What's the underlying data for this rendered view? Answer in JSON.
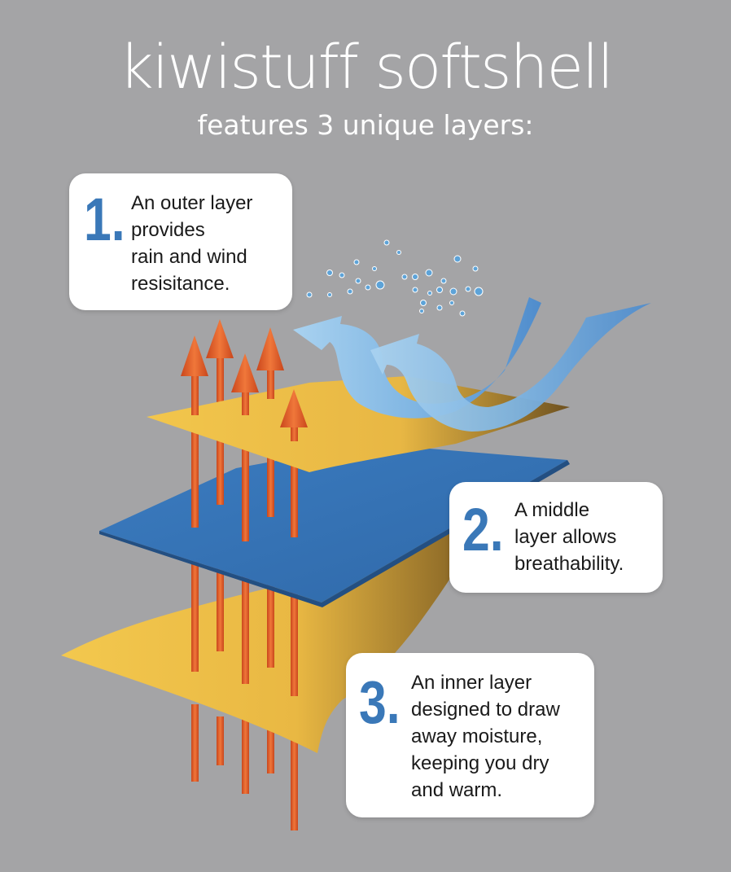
{
  "title": "kiwistuff softshell",
  "subtitle": "features 3 unique layers:",
  "colors": {
    "background": "#a4a4a6",
    "outer_layer": "#f0c24a",
    "middle_layer": "#3a78b8",
    "heat_arrows": "#e2622c",
    "wind_arrows": "#8fc0e6",
    "number_color": "#3a78b8"
  },
  "icons": [
    "heat-arrow-icon",
    "wind-arrow-icon",
    "water-droplet-icon"
  ],
  "callouts": [
    {
      "number": "1.",
      "text": "An outer layer\nprovides\nrain and wind\nresisitance."
    },
    {
      "number": "2.",
      "text": "A middle\nlayer allows\nbreathability."
    },
    {
      "number": "3.",
      "text": "An inner layer\ndesigned to draw\naway moisture,\nkeeping you dry\nand warm."
    }
  ]
}
